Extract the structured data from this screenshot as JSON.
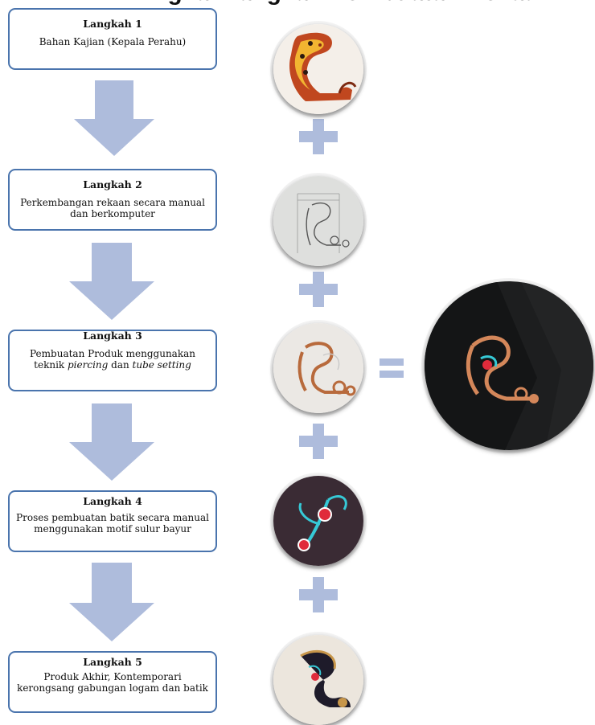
{
  "header": {
    "title_fragment": "ngkah-langkah Pembuatan Rekaan Kerongsang"
  },
  "steps": [
    {
      "title": "Langkah 1",
      "desc": "Bahan Kajian (Kepala Perahu)"
    },
    {
      "title": "Langkah 2",
      "desc": "Perkembangan rekaan secara manual dan berkomputer"
    },
    {
      "title": "Langkah 3",
      "desc_pre": "Pembuatan Produk menggunakan teknik ",
      "desc_em1": "piercing",
      "desc_mid": " dan ",
      "desc_em2": "tube setting"
    },
    {
      "title": "Langkah 4",
      "desc": "Proses pembuatan batik secara manual menggunakan motif sulur bayur"
    },
    {
      "title": "Langkah 5",
      "desc": "Produk Akhir, Kontemporari kerongsang gabungan logam dan batik"
    }
  ],
  "colors": {
    "box_border": "#4a74ad",
    "arrow_fill": "#aebcdc",
    "plus_fill": "#aebcdc",
    "equals_fill": "#aebcdc"
  },
  "images": [
    {
      "icon": "boat-head-carving-image"
    },
    {
      "icon": "design-sketch-image"
    },
    {
      "icon": "metal-piercing-image"
    },
    {
      "icon": "batik-motif-image"
    },
    {
      "icon": "final-brooch-image"
    },
    {
      "icon": "brooch-on-jacket-image"
    }
  ]
}
